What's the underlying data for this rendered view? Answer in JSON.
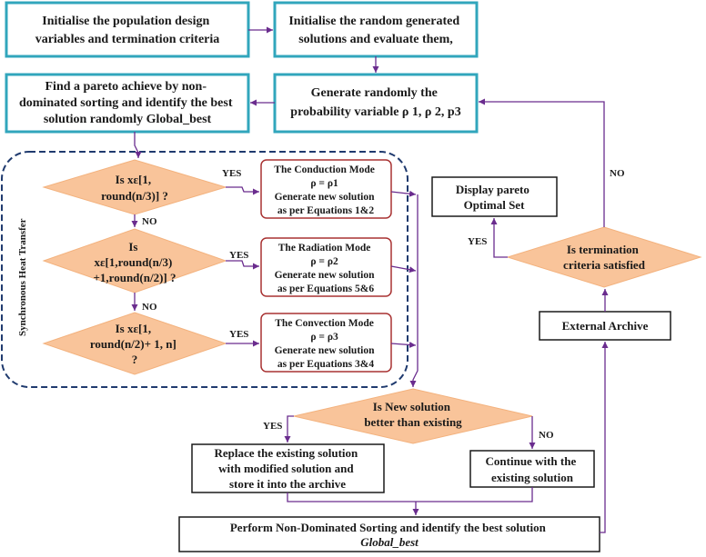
{
  "side_label": "Synchronous Heat Transfer",
  "boxes": {
    "init_pop": [
      "Initialise the population design",
      "variables and termination criteria"
    ],
    "init_rand": [
      "Initialise the random generated",
      "solutions and evaluate them,"
    ],
    "pareto": [
      "Find a pareto achieve by non-",
      "dominated sorting and identify the best",
      "solution randomly Global_best"
    ],
    "gen_prob": [
      "Generate randomly the",
      "probability variable ρ 1, ρ 2, p3"
    ],
    "conduction": [
      "The Conduction Mode",
      "ρ = ρ1",
      "Generate new solution",
      "as per Equations 1&2"
    ],
    "radiation": [
      "The Radiation Mode",
      "ρ = ρ2",
      "Generate new solution",
      "as per Equations 5&6"
    ],
    "convection": [
      "The Convection Mode",
      "ρ = ρ3",
      "Generate new solution",
      "as per Equations 3&4"
    ],
    "display": [
      "Display pareto",
      "Optimal Set"
    ],
    "archive": [
      "External Archive"
    ],
    "replace": [
      "Replace the existing solution",
      "with modified solution and",
      "store it into the archive"
    ],
    "continue": [
      "Continue with the",
      "existing solution"
    ],
    "nds": [
      "Perform Non-Dominated Sorting and identify the best solution",
      "Global_best"
    ]
  },
  "decisions": {
    "d1": [
      "Is xε[1,",
      "round(n/3)] ?"
    ],
    "d2": [
      "Is",
      "xε[1,round(n/3)",
      "+1,round(n/2)] ?"
    ],
    "d3": [
      "Is xε[1,",
      "round(n/2)+ 1, n]",
      "?"
    ],
    "new_better": [
      "Is New solution",
      "better than existing"
    ],
    "termination": [
      "Is termination",
      "criteria satisfied"
    ]
  },
  "labels": {
    "yes": "YES",
    "no": "NO"
  },
  "colors": {
    "teal_border": "#31a6bc",
    "red_border": "#a83232",
    "diamond_fill": "#f9c49a",
    "connector": "#6a2c8e",
    "dashed_group": "#1f3a6e"
  }
}
